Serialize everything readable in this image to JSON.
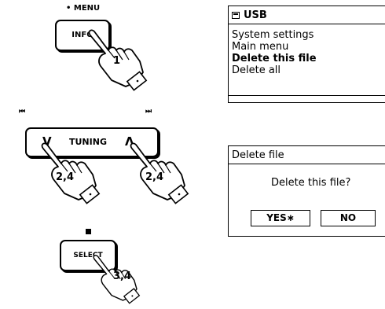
{
  "info_button": {
    "caption": "• MENU",
    "label": "INFO",
    "step": "1"
  },
  "tuning_control": {
    "prev_symbol": "⏮",
    "next_symbol": "⏭",
    "down_arrow": "V",
    "label": "TUNING",
    "up_arrow": "Λ",
    "left_step": "2,4",
    "right_step": "2,4"
  },
  "select_button": {
    "label": "SELECT",
    "step": "3,4"
  },
  "usb_screen": {
    "title": "USB",
    "items": [
      {
        "label": "System settings",
        "selected": false
      },
      {
        "label": "Main menu",
        "selected": false
      },
      {
        "label": "Delete this file",
        "selected": true
      },
      {
        "label": "Delete all",
        "selected": false
      }
    ]
  },
  "delete_dialog": {
    "title": "Delete file",
    "question": "Delete this file?",
    "yes_label": "YES∗",
    "no_label": "NO"
  },
  "colors": {
    "ink": "#000000",
    "background": "#ffffff"
  }
}
